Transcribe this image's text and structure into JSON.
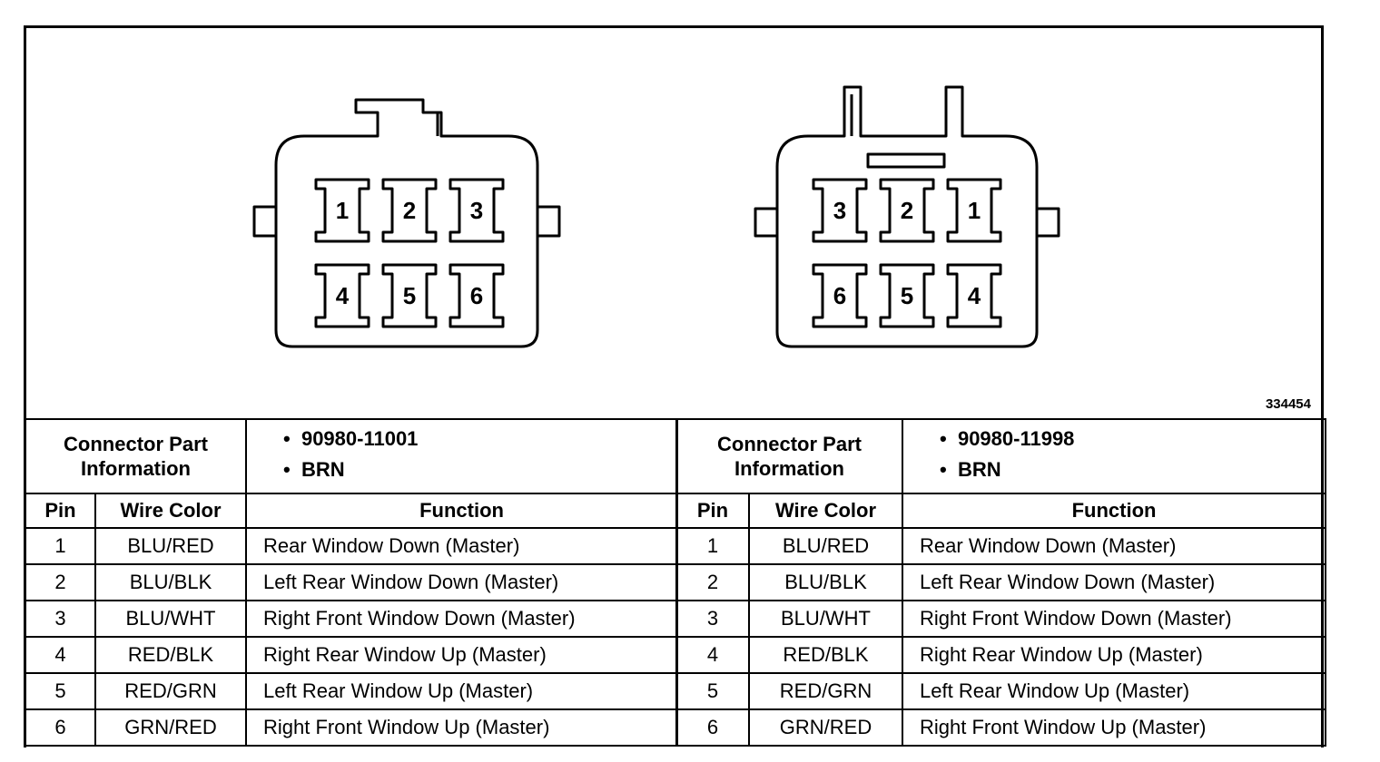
{
  "figure_id": "334454",
  "connectors": [
    {
      "pins_top": [
        "1",
        "2",
        "3"
      ],
      "pins_bottom": [
        "4",
        "5",
        "6"
      ],
      "part_label": "Connector Part Information",
      "part_info": [
        "90980-11001",
        "BRN"
      ],
      "headers": {
        "pin": "Pin",
        "wire": "Wire Color",
        "function": "Function"
      },
      "rows": [
        {
          "pin": "1",
          "wire": "BLU/RED",
          "function": "Rear Window Down (Master)"
        },
        {
          "pin": "2",
          "wire": "BLU/BLK",
          "function": "Left Rear Window Down (Master)"
        },
        {
          "pin": "3",
          "wire": "BLU/WHT",
          "function": "Right Front Window Down (Master)"
        },
        {
          "pin": "4",
          "wire": "RED/BLK",
          "function": "Right Rear Window Up (Master)"
        },
        {
          "pin": "5",
          "wire": "RED/GRN",
          "function": "Left Rear Window Up (Master)"
        },
        {
          "pin": "6",
          "wire": "GRN/RED",
          "function": "Right Front Window Up (Master)"
        }
      ]
    },
    {
      "pins_top": [
        "3",
        "2",
        "1"
      ],
      "pins_bottom": [
        "6",
        "5",
        "4"
      ],
      "part_label": "Connector Part Information",
      "part_info": [
        "90980-11998",
        "BRN"
      ],
      "headers": {
        "pin": "Pin",
        "wire": "Wire Color",
        "function": "Function"
      },
      "rows": [
        {
          "pin": "1",
          "wire": "BLU/RED",
          "function": "Rear Window Down (Master)"
        },
        {
          "pin": "2",
          "wire": "BLU/BLK",
          "function": "Left Rear Window Down (Master)"
        },
        {
          "pin": "3",
          "wire": "BLU/WHT",
          "function": "Right Front Window Down (Master)"
        },
        {
          "pin": "4",
          "wire": "RED/BLK",
          "function": "Right Rear Window Up (Master)"
        },
        {
          "pin": "5",
          "wire": "RED/GRN",
          "function": "Left Rear Window Up (Master)"
        },
        {
          "pin": "6",
          "wire": "GRN/RED",
          "function": "Right Front Window Up (Master)"
        }
      ]
    }
  ]
}
